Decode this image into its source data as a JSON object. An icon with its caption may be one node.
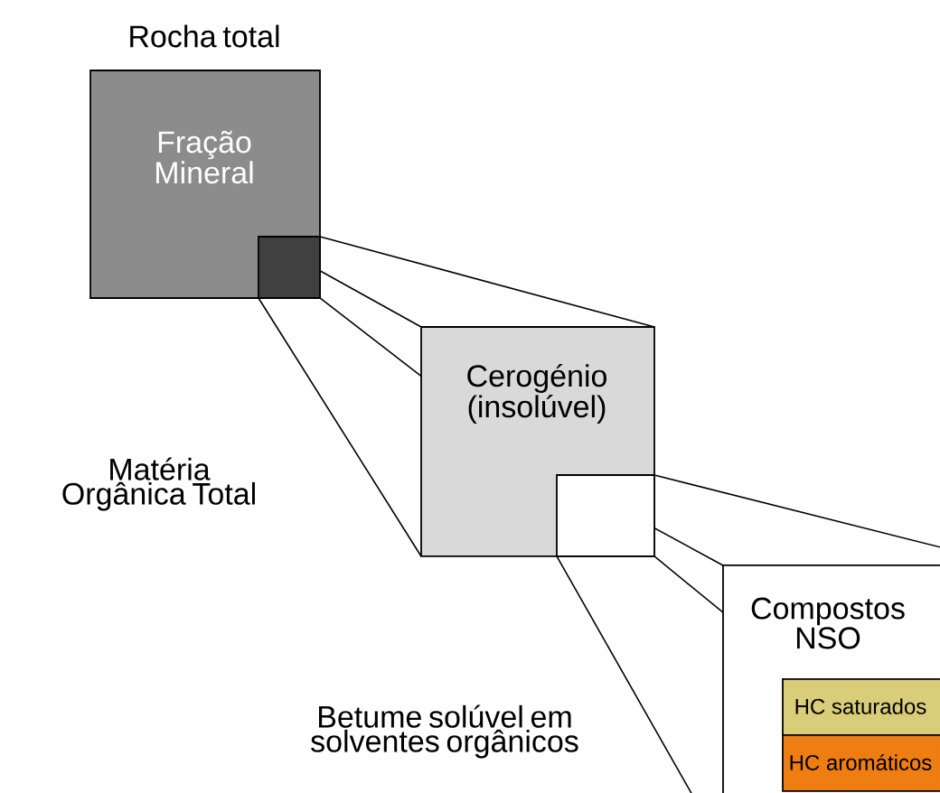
{
  "diagram": {
    "nodes": [
      {
        "text": [
          "Rocha total",
          "Fração Mineral"
        ]
      },
      {
        "text": [
          "Cerogénio (insolúvel)"
        ]
      },
      {
        "text": [
          "Compostos NSO"
        ]
      },
      {
        "text": [
          "HC saturados"
        ],
        "in": 2
      },
      {
        "text": [
          "HC aromáticos"
        ],
        "in": 2
      }
    ],
    "labels": [
      "Matéria Orgânica Total",
      "Betume solúvel em solventes orgânicos"
    ]
  }
}
